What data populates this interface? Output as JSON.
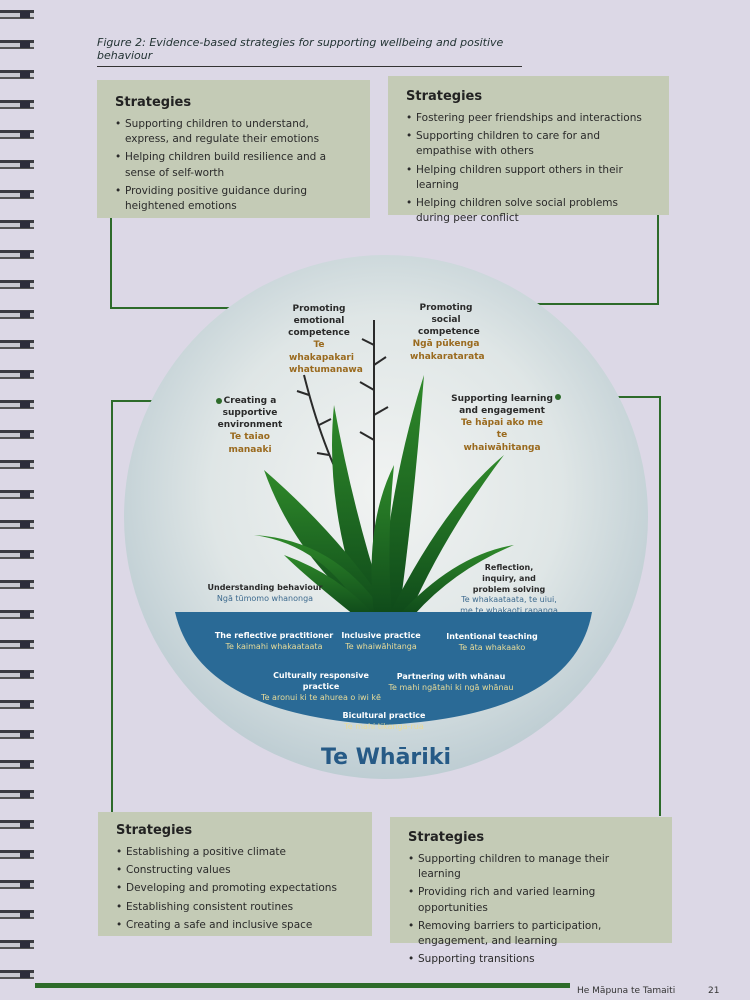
{
  "figure_title": "Figure 2: Evidence-based strategies for supporting wellbeing and positive behaviour",
  "boxes": {
    "top_left": {
      "heading": "Strategies",
      "items": [
        "Supporting children to understand, express, and regulate their emotions",
        "Helping children build resilience and a sense of self-worth",
        "Providing positive guidance during heightened emotions"
      ]
    },
    "top_right": {
      "heading": "Strategies",
      "items": [
        "Fostering peer friendships and interactions",
        "Supporting children to care for and empathise with others",
        "Helping children support others in their learning",
        "Helping children solve social problems during peer conflict"
      ]
    },
    "bottom_left": {
      "heading": "Strategies",
      "items": [
        "Establishing a positive climate",
        "Constructing values",
        "Developing and promoting expectations",
        "Establishing consistent routines",
        "Creating a safe and inclusive space"
      ]
    },
    "bottom_right": {
      "heading": "Strategies",
      "items": [
        "Supporting children to manage their learning",
        "Providing rich and varied learning opportunities",
        "Removing barriers to participation, engagement, and learning",
        "Supporting transitions"
      ]
    }
  },
  "diagram": {
    "emotional": {
      "en": "Promoting emotional competence",
      "mi": "Te whakapakari whatumanawa"
    },
    "social": {
      "en": "Promoting social competence",
      "mi": "Ngā pūkenga whakaratarata"
    },
    "environment": {
      "en": "Creating a supportive environment",
      "mi": "Te taiao manaaki"
    },
    "learning": {
      "en": "Supporting learning and engagement",
      "mi": "Te hāpai ako me te whaiwāhitanga"
    },
    "behaviour": {
      "en": "Understanding behaviour",
      "mi": "Ngā tūmomo whanonga"
    },
    "reflection": {
      "en": "Reflection, inquiry, and problem solving",
      "mi": "Te whakaataata, te uiui, me te whakaoti rapanga"
    },
    "practices": [
      {
        "en": "The reflective practitioner",
        "mi": "Te kaimahi whakaataata"
      },
      {
        "en": "Inclusive practice",
        "mi": "Te whaiwāhitanga"
      },
      {
        "en": "Intentional teaching",
        "mi": "Te āta whakaako"
      },
      {
        "en": "Culturally responsive practice",
        "mi": "Te aronui ki te ahurea o iwi kē"
      },
      {
        "en": "Partnering with whānau",
        "mi": "Te mahi ngātahi ki ngā whānau"
      },
      {
        "en": "Bicultural practice",
        "mi": "Te mahi tikanga-rua"
      }
    ],
    "base_label": "Te Whāriki"
  },
  "footer": {
    "publication": "He Māpuna te Tamaiti",
    "page_number": "21"
  },
  "colors": {
    "green": "#2d6b2a",
    "box": "#c4cbb6",
    "bowl": "#2a6a96",
    "maori_text": "#9a6a1e"
  }
}
